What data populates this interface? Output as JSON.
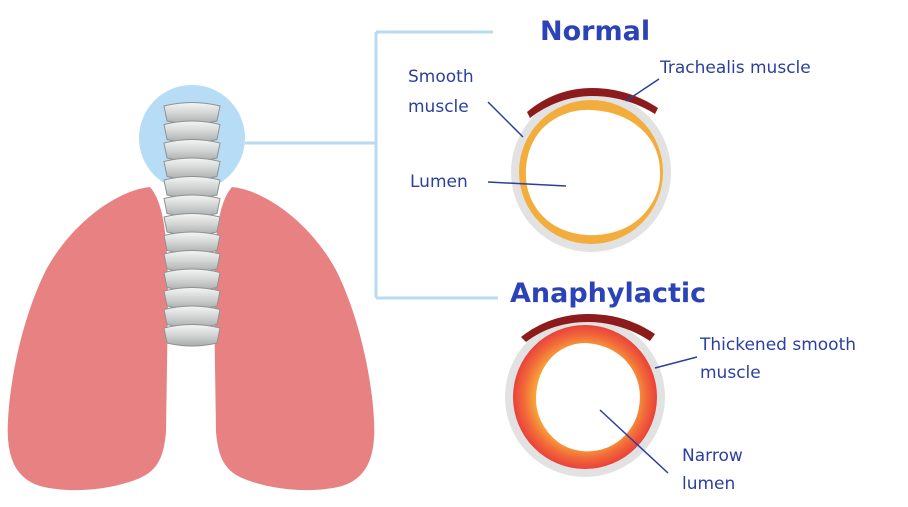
{
  "headings": {
    "normal": "Normal",
    "anaphylactic": "Anaphylactic"
  },
  "labels": {
    "smooth_muscle_line1": "Smooth",
    "smooth_muscle_line2": "muscle",
    "trachealis_muscle": "Trachealis muscle",
    "lumen": "Lumen",
    "thickened_line1": "Thickened smooth",
    "thickened_line2": "muscle",
    "narrow_line1": "Narrow",
    "narrow_line2": "lumen"
  },
  "colors": {
    "label_text": "#2b3f9e",
    "heading_text": "#2c43b8",
    "lung": "#e88282",
    "trachea_ring": "#cfd1d1",
    "highlight_circle": "#b7dcf6",
    "bracket": "#b9dbf2",
    "smooth_muscle": "#f2ad3c",
    "trachealis": "#8e1b1b",
    "thickened_muscle": "#ef5035",
    "outer_wall": "#e2e2e2",
    "pointer_line": "#2b3f9e"
  }
}
